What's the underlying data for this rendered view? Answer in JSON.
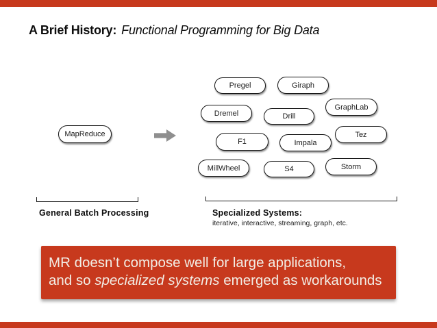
{
  "title": {
    "bold": "A Brief History:",
    "italic": "Functional Programming for Big Data"
  },
  "colors": {
    "accent_red": "#C7391D",
    "arrow_gray": "#8F8F8F"
  },
  "diagram": {
    "node_labels": {
      "mapreduce": "MapReduce",
      "pregel": "Pregel",
      "giraph": "Giraph",
      "graphlab": "GraphLab",
      "dremel": "Dremel",
      "drill": "Drill",
      "tez": "Tez",
      "f1": "F1",
      "impala": "Impala",
      "storm": "Storm",
      "millwheel": "MillWheel",
      "s4": "S4"
    },
    "left_group": {
      "label": "General Batch Processing"
    },
    "right_group": {
      "label": "Specialized Systems:",
      "sublabel": "iterative, interactive, streaming, graph, etc."
    }
  },
  "callout": {
    "line1": "MR doesn’t compose well for large applications,",
    "line2_prefix": "and so ",
    "line2_italic": "specialized systems",
    "line2_suffix": " emerged as workarounds"
  }
}
